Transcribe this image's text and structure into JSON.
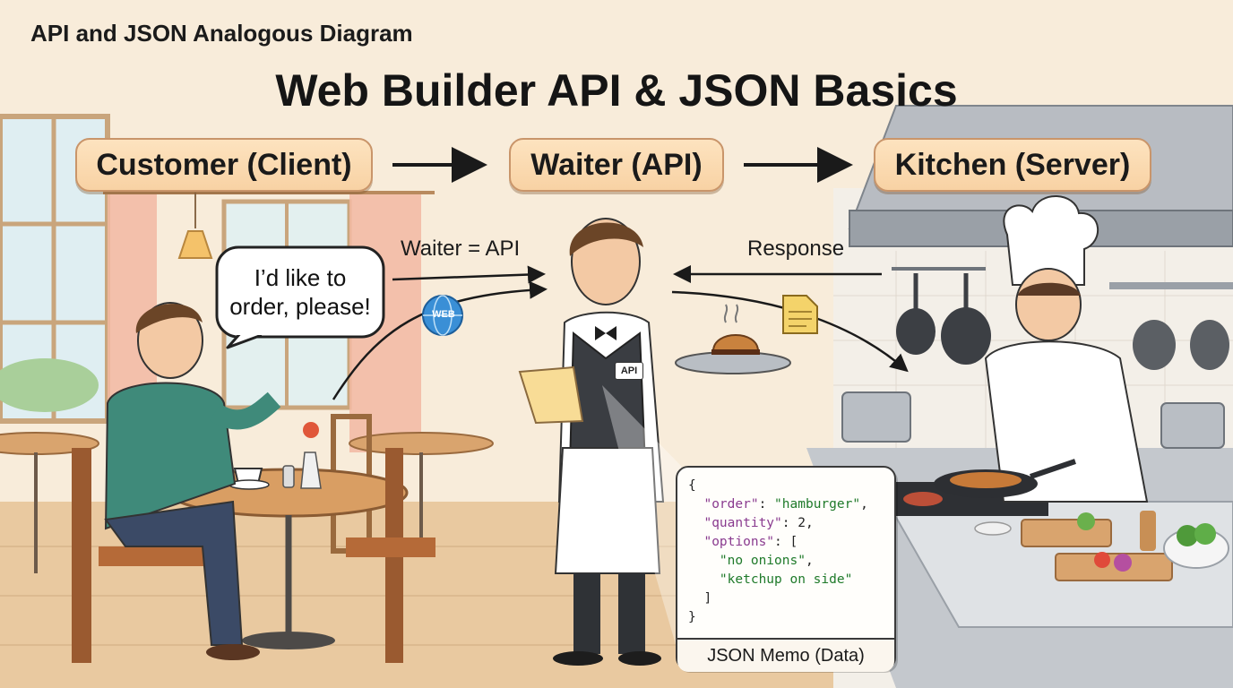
{
  "corner_title": "API and JSON Analogous Diagram",
  "main_title": "Web Builder API & JSON Basics",
  "flow": {
    "client": "Customer (Client)",
    "api": "Waiter (API)",
    "server": "Kitchen (Server)"
  },
  "labels": {
    "waiter_equals_api": "Waiter = API",
    "response": "Response",
    "web_badge": "WEB",
    "api_badge": "API"
  },
  "speech": {
    "line1": "I’d like to",
    "line2": "order, please!"
  },
  "json_memo": {
    "title": "JSON Memo (Data)",
    "open": "{",
    "order_key": "\"order\"",
    "order_value": "\"hamburger\"",
    "quantity_key": "\"quantity\"",
    "quantity_value": "2",
    "options_key": "\"options\"",
    "option1": "\"no onions\"",
    "option2": "\"ketchup on side\"",
    "close_bracket": "]",
    "close": "}"
  },
  "colors": {
    "pill_fill": "#f8d2a4",
    "pill_border": "#c9956a",
    "background": "#f7ead8",
    "json_key": "#8a3b8f",
    "json_string": "#1f7a2a"
  }
}
